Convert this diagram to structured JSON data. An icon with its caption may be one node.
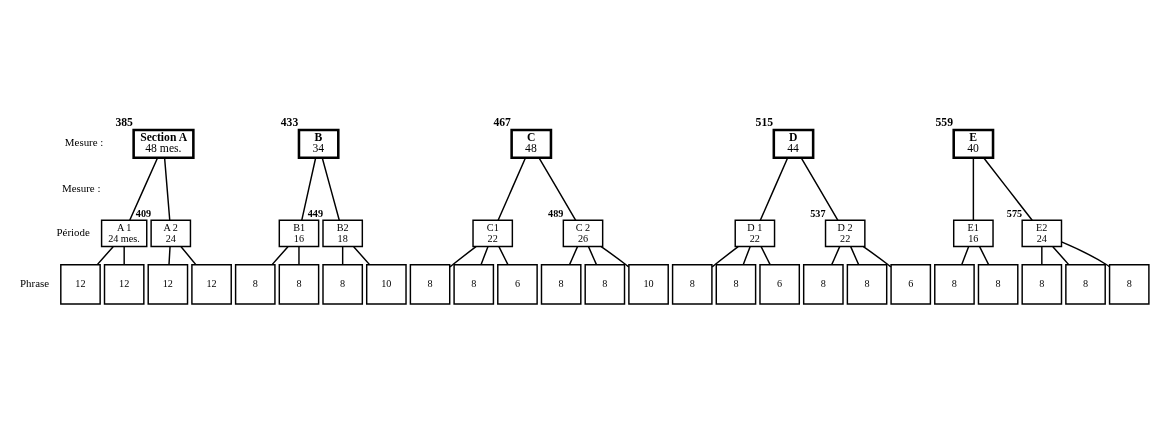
{
  "diagram": {
    "nodes": [
      {
        "text": [
          "Section A",
          "48 mes."
        ],
        "beside": [
          "385"
        ]
      },
      {
        "text": [
          "B",
          "34"
        ],
        "beside": [
          "433"
        ]
      },
      {
        "text": [
          "C",
          "48"
        ],
        "beside": [
          "467"
        ]
      },
      {
        "text": [
          "D",
          "44"
        ],
        "beside": [
          "515"
        ]
      },
      {
        "text": [
          "E",
          "40"
        ],
        "beside": [
          "559"
        ]
      },
      {
        "text": [
          "A 1",
          "24 mes."
        ]
      },
      {
        "text": [
          "A 2",
          "24"
        ],
        "beside": [
          "409"
        ]
      },
      {
        "text": [
          "B1",
          "16"
        ]
      },
      {
        "text": [
          "B2",
          "18"
        ],
        "beside": [
          "449"
        ]
      },
      {
        "text": [
          "C1",
          "22"
        ]
      },
      {
        "text": [
          "C 2",
          "26"
        ],
        "beside": [
          "489"
        ]
      },
      {
        "text": [
          "D 1",
          "22"
        ]
      },
      {
        "text": [
          "D 2",
          "22"
        ],
        "beside": [
          "537"
        ]
      },
      {
        "text": [
          "E1",
          "16"
        ]
      },
      {
        "text": [
          "E2",
          "24"
        ],
        "beside": [
          "575"
        ]
      },
      {
        "text": [
          "12"
        ]
      },
      {
        "text": [
          "12"
        ]
      },
      {
        "text": [
          "12"
        ]
      },
      {
        "text": [
          "12"
        ]
      },
      {
        "text": [
          "8"
        ]
      },
      {
        "text": [
          "8"
        ]
      },
      {
        "text": [
          "8"
        ]
      },
      {
        "text": [
          "10"
        ]
      },
      {
        "text": [
          "8"
        ]
      },
      {
        "text": [
          "8"
        ]
      },
      {
        "text": [
          "6"
        ]
      },
      {
        "text": [
          "8"
        ]
      },
      {
        "text": [
          "8"
        ]
      },
      {
        "text": [
          "10"
        ]
      },
      {
        "text": [
          "8"
        ]
      },
      {
        "text": [
          "8"
        ]
      },
      {
        "text": [
          "6"
        ]
      },
      {
        "text": [
          "8"
        ]
      },
      {
        "text": [
          "8"
        ]
      },
      {
        "text": [
          "6"
        ]
      },
      {
        "text": [
          "8"
        ]
      },
      {
        "text": [
          "8"
        ]
      },
      {
        "text": [
          "8"
        ]
      },
      {
        "text": [
          "8"
        ]
      },
      {
        "text": [
          "8"
        ]
      }
    ],
    "edges": [
      {
        "from": 0,
        "to": 5,
        "arrow": "none"
      },
      {
        "from": 0,
        "to": 6,
        "arrow": "none"
      },
      {
        "from": 1,
        "to": 7,
        "arrow": "none"
      },
      {
        "from": 1,
        "to": 8,
        "arrow": "none"
      },
      {
        "from": 2,
        "to": 9,
        "arrow": "none"
      },
      {
        "from": 2,
        "to": 10,
        "arrow": "none"
      },
      {
        "from": 3,
        "to": 11,
        "arrow": "none"
      },
      {
        "from": 3,
        "to": 12,
        "arrow": "none"
      },
      {
        "from": 4,
        "to": 13,
        "arrow": "none"
      },
      {
        "from": 4,
        "to": 14,
        "arrow": "none"
      },
      {
        "from": 5,
        "to": 15,
        "arrow": "none"
      },
      {
        "from": 5,
        "to": 16,
        "arrow": "none"
      },
      {
        "from": 6,
        "to": 17,
        "arrow": "none"
      },
      {
        "from": 6,
        "to": 18,
        "arrow": "none"
      },
      {
        "from": 7,
        "to": 19,
        "arrow": "none"
      },
      {
        "from": 7,
        "to": 20,
        "arrow": "none"
      },
      {
        "from": 8,
        "to": 21,
        "arrow": "none"
      },
      {
        "from": 8,
        "to": 22,
        "arrow": "none"
      },
      {
        "from": 9,
        "to": 23,
        "arrow": "none"
      },
      {
        "from": 9,
        "to": 24,
        "arrow": "none"
      },
      {
        "from": 9,
        "to": 25,
        "arrow": "none"
      },
      {
        "from": 10,
        "to": 26,
        "arrow": "none"
      },
      {
        "from": 10,
        "to": 27,
        "arrow": "none"
      },
      {
        "from": 10,
        "to": 28,
        "arrow": "none"
      },
      {
        "from": 11,
        "to": 29,
        "arrow": "none"
      },
      {
        "from": 11,
        "to": 30,
        "arrow": "none"
      },
      {
        "from": 11,
        "to": 31,
        "arrow": "none"
      },
      {
        "from": 12,
        "to": 32,
        "arrow": "none"
      },
      {
        "from": 12,
        "to": 33,
        "arrow": "none"
      },
      {
        "from": 12,
        "to": 34,
        "arrow": "none"
      },
      {
        "from": 13,
        "to": 35,
        "arrow": "none"
      },
      {
        "from": 13,
        "to": 36,
        "arrow": "none"
      },
      {
        "from": 14,
        "to": 37,
        "arrow": "none"
      },
      {
        "from": 14,
        "to": 38,
        "arrow": "none"
      },
      {
        "from": 14,
        "to": 39,
        "arrow": "none"
      }
    ],
    "labels": [
      "Mesure :",
      "Mesure :",
      "Période",
      "Phrase"
    ]
  }
}
